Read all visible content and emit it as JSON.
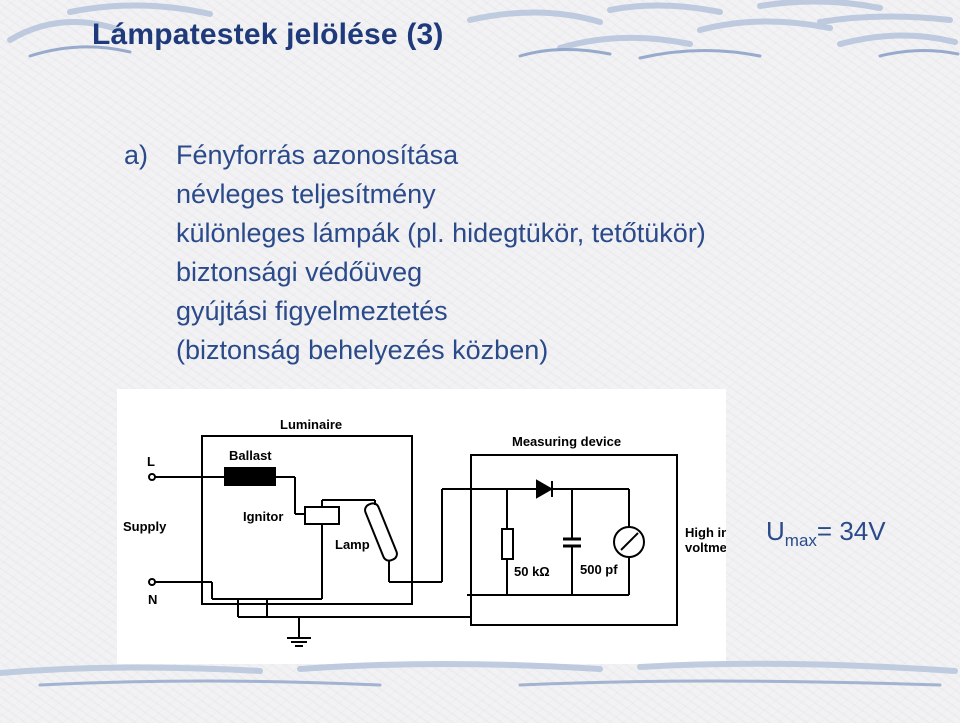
{
  "slide": {
    "title": "Lámpatestek jelölése (3)",
    "bullets": {
      "marker": "a)",
      "items": [
        "Fényforrás azonosítása",
        "névleges teljesítmény",
        "különleges lámpák (pl. hidegtükör, tetőtükör)",
        "biztonsági védőüveg",
        "gyújtási figyelmeztetés",
        "(biztonság behelyezés közben)"
      ]
    },
    "formula": {
      "symbol": "U",
      "subscript": "max",
      "rest": "=  34V"
    }
  },
  "diagram": {
    "luminaire": "Luminaire",
    "ballast": "Ballast",
    "ignitor": "Ignitor",
    "lamp": "Lamp",
    "measuring_device": "Measuring device",
    "line_label": "L",
    "supply": "Supply",
    "neutral_label": "N",
    "resistor": "50 kΩ",
    "capacitor": "500 pf",
    "voltmeter_line1": "High in",
    "voltmeter_line2": "voltme"
  }
}
